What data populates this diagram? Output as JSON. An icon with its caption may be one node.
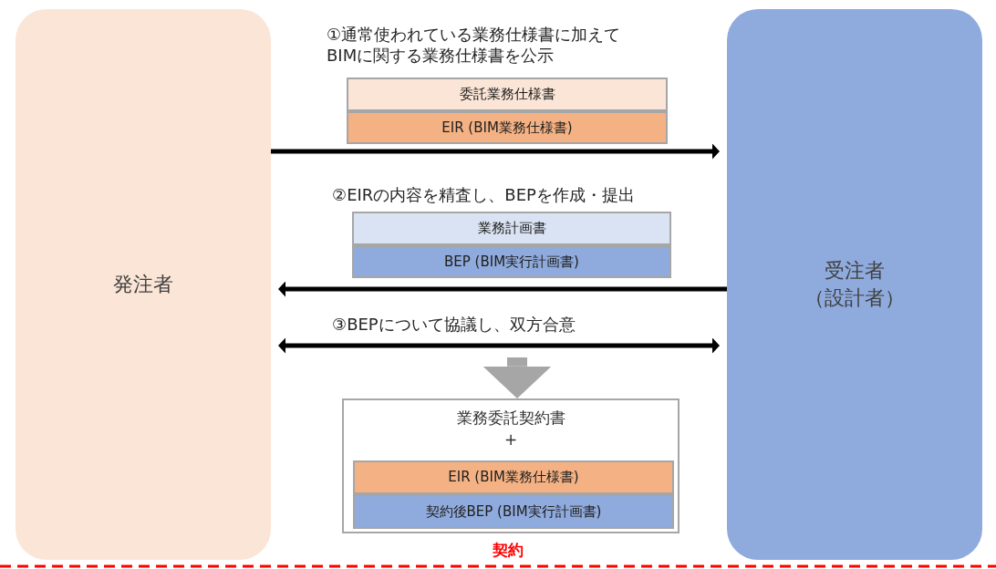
{
  "diagram": {
    "nodes": [
      {
        "text": [
          "発注者"
        ]
      },
      {
        "text": [
          "受注者（設計者）"
        ]
      },
      {
        "text": [
          "委託業務仕様書"
        ]
      },
      {
        "text": [
          "EIR (BIM業務仕様書)"
        ]
      },
      {
        "text": [
          "業務計画書"
        ]
      },
      {
        "text": [
          "BEP (BIM実行計画書)"
        ]
      },
      {
        "text": [
          "業務委託契約書",
          "+"
        ],
        "beside": [
          "契約"
        ]
      },
      {
        "text": [
          "EIR (BIM業務仕様書)"
        ],
        "in": 6
      },
      {
        "text": [
          "契約後BEP (BIM実行計画書)"
        ],
        "in": 6
      }
    ],
    "edges": [
      {
        "from": 0,
        "to": 1,
        "arrow": "to"
      },
      {
        "from": 1,
        "to": 0,
        "arrow": "to"
      },
      {
        "from": 0,
        "to": 1,
        "arrow": "both",
        "label": "③BEPについて協議し、双方合意"
      },
      {
        "from": null,
        "to": 6,
        "arrow": "to",
        "style": "thick",
        "color": "#a6a6a6"
      }
    ],
    "labels": [
      "①通常使われている業務仕様書に加えてBIMに関する業務仕様書を公示",
      "②EIRの内容を精査し、BEPを作成・提出"
    ]
  }
}
